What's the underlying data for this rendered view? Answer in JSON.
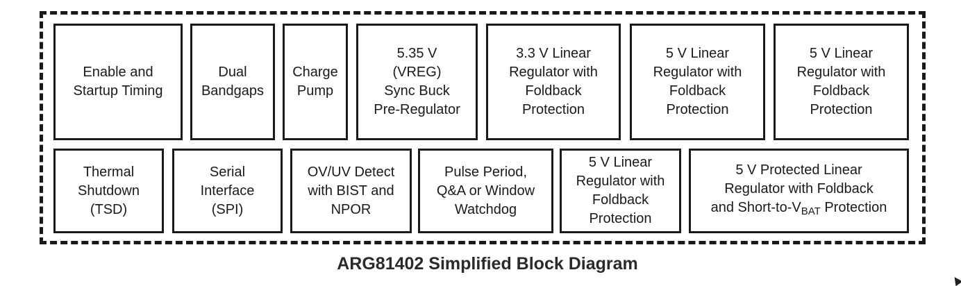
{
  "diagram": {
    "title": "ARG81402 Simplified Block Diagram",
    "top_row": [
      "Enable and\nStartup Timing",
      "Dual\nBandgaps",
      "Charge\nPump",
      "5.35 V\n(VREG)\nSync Buck\nPre-Regulator",
      "3.3 V Linear\nRegulator with\nFoldback\nProtection",
      "5 V Linear\nRegulator with\nFoldback\nProtection",
      "5 V Linear\nRegulator with\nFoldback\nProtection"
    ],
    "bottom_row": [
      "Thermal\nShutdown\n(TSD)",
      "Serial\nInterface\n(SPI)",
      "OV/UV Detect\nwith BIST and\nNPOR",
      "Pulse Period,\nQ&A or Window\nWatchdog",
      "5 V Linear\nRegulator with\nFoldback\nProtection"
    ],
    "protected_block": {
      "line1": "5 V Protected Linear",
      "line2": "Regulator with Foldback",
      "line3_prefix": "and Short-to-V",
      "line3_subscript": "BAT",
      "line3_suffix": " Protection"
    }
  }
}
